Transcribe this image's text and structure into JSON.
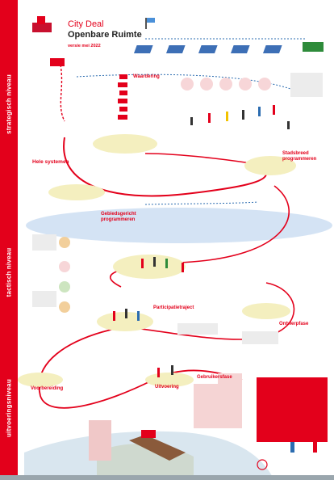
{
  "header": {
    "title_line1": "City Deal",
    "title_line2": "Openbare Ruimte",
    "version": "versie mei 2022"
  },
  "levels": [
    {
      "label": "strategisch niveau"
    },
    {
      "label": "tactisch niveau"
    },
    {
      "label": "uitvoeringsniveau"
    }
  ],
  "stages": {
    "waardering": "Waardering",
    "hele_systemen": "Hele systemen",
    "stadsbreed": "Stadsbreed programmeren",
    "gebiedsgericht": "Gebiedsgericht programmeren",
    "participatietraject": "Participatietraject",
    "ontwerpfase": "Ontwerpfase",
    "voorbereiding": "Voorbereiding",
    "uitvoering": "Uitvoering",
    "gebruikersfase": "Gebruikersfase"
  },
  "colors": {
    "accent": "#e3001b",
    "ellipse": "#cfe0f3",
    "platform": "#f4efbf",
    "text_dark": "#222222"
  }
}
